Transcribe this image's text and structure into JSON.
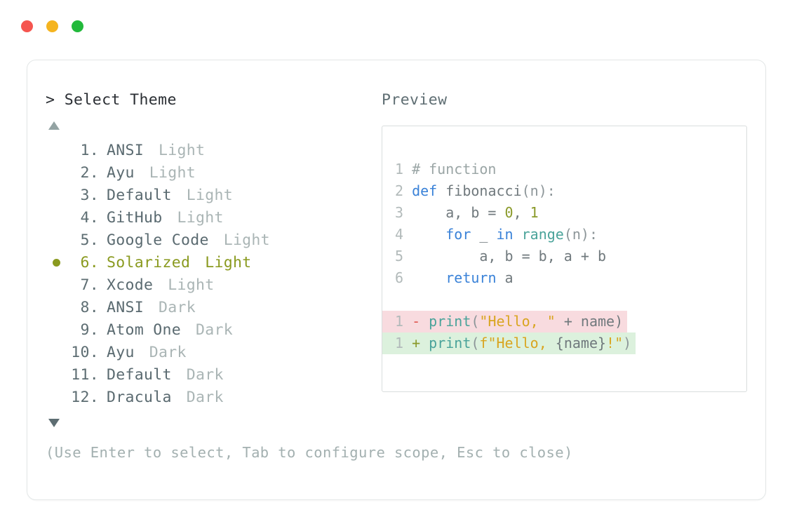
{
  "window": {
    "dots": [
      {
        "name": "close-dot",
        "color": "#f5554f"
      },
      {
        "name": "minimize-dot",
        "color": "#f5b41f"
      },
      {
        "name": "maximize-dot",
        "color": "#22b93b"
      }
    ]
  },
  "selector": {
    "prompt": "> Select Theme",
    "scroll_up_icon": "triangle-up-icon",
    "scroll_down_icon": "triangle-down-icon",
    "selected_index": 6,
    "selected_bullet_color": "#8a9a1f",
    "items": [
      {
        "index": "1.",
        "name": "ANSI",
        "variant": "Light",
        "selected": false
      },
      {
        "index": "2.",
        "name": "Ayu",
        "variant": "Light",
        "selected": false
      },
      {
        "index": "3.",
        "name": "Default",
        "variant": "Light",
        "selected": false
      },
      {
        "index": "4.",
        "name": "GitHub",
        "variant": "Light",
        "selected": false
      },
      {
        "index": "5.",
        "name": "Google Code",
        "variant": "Light",
        "selected": false
      },
      {
        "index": "6.",
        "name": "Solarized",
        "variant": "Light",
        "selected": true
      },
      {
        "index": "7.",
        "name": "Xcode",
        "variant": "Light",
        "selected": false
      },
      {
        "index": "8.",
        "name": "ANSI",
        "variant": "Dark",
        "selected": false
      },
      {
        "index": "9.",
        "name": "Atom One",
        "variant": "Dark",
        "selected": false
      },
      {
        "index": "10.",
        "name": "Ayu",
        "variant": "Dark",
        "selected": false
      },
      {
        "index": "11.",
        "name": "Default",
        "variant": "Dark",
        "selected": false
      },
      {
        "index": "12.",
        "name": "Dracula",
        "variant": "Dark",
        "selected": false
      }
    ]
  },
  "preview": {
    "label": "Preview",
    "code_lines": [
      {
        "num": "1",
        "tokens": [
          {
            "t": "# function",
            "c": "comment"
          }
        ]
      },
      {
        "num": "2",
        "tokens": [
          {
            "t": "def ",
            "c": "kw"
          },
          {
            "t": "fibonacci",
            "c": "plain"
          },
          {
            "t": "(n):",
            "c": "punct"
          }
        ]
      },
      {
        "num": "3",
        "tokens": [
          {
            "t": "    a, b = ",
            "c": "plain"
          },
          {
            "t": "0",
            "c": "num"
          },
          {
            "t": ", ",
            "c": "plain"
          },
          {
            "t": "1",
            "c": "num"
          }
        ]
      },
      {
        "num": "4",
        "tokens": [
          {
            "t": "    ",
            "c": "plain"
          },
          {
            "t": "for",
            "c": "kw"
          },
          {
            "t": " _ ",
            "c": "plain"
          },
          {
            "t": "in",
            "c": "kw"
          },
          {
            "t": " ",
            "c": "plain"
          },
          {
            "t": "range",
            "c": "fn"
          },
          {
            "t": "(n):",
            "c": "punct"
          }
        ]
      },
      {
        "num": "5",
        "tokens": [
          {
            "t": "        a, b = b, a + b",
            "c": "plain"
          }
        ]
      },
      {
        "num": "6",
        "tokens": [
          {
            "t": "    ",
            "c": "plain"
          },
          {
            "t": "return",
            "c": "kw"
          },
          {
            "t": " a",
            "c": "plain"
          }
        ]
      }
    ],
    "diff_lines": [
      {
        "kind": "del",
        "num": "1",
        "sign": "-",
        "tokens": [
          {
            "t": "print",
            "c": "fn"
          },
          {
            "t": "(",
            "c": "punct"
          },
          {
            "t": "\"Hello, \"",
            "c": "str"
          },
          {
            "t": " + name)",
            "c": "plain"
          }
        ]
      },
      {
        "kind": "add",
        "num": "1",
        "sign": "+",
        "tokens": [
          {
            "t": "print",
            "c": "fn"
          },
          {
            "t": "(",
            "c": "punct"
          },
          {
            "t": "f\"Hello, ",
            "c": "str"
          },
          {
            "t": "{name}",
            "c": "plain"
          },
          {
            "t": "!\"",
            "c": "str"
          },
          {
            "t": ")",
            "c": "punct"
          }
        ]
      }
    ],
    "colors": {
      "keyword": "#3a82d8",
      "function": "#4aa39a",
      "number": "#8a9a2a",
      "string": "#d9a520",
      "comment": "#9aa5a5",
      "line_number": "#b2baba",
      "diff_del_bg": "#f8dbdf",
      "diff_add_bg": "#dcf1dd"
    }
  },
  "footer": {
    "hint": "(Use Enter to select, Tab to configure scope, Esc to close)"
  }
}
